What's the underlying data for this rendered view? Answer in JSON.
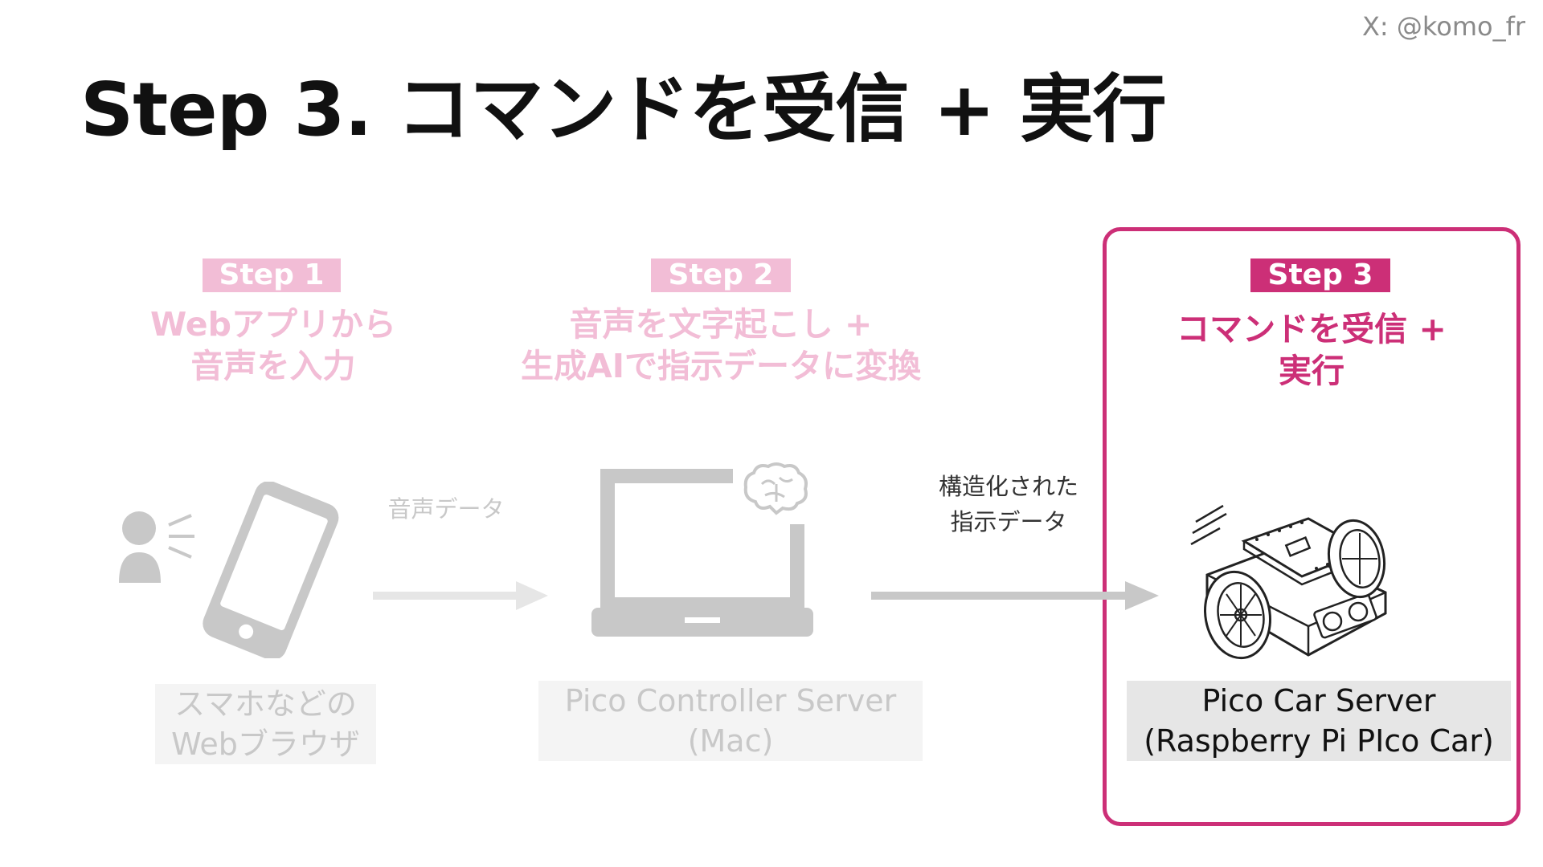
{
  "credit": "X: @komo_fr",
  "title": "Step 3. コマンドを受信 + 実行",
  "colors": {
    "accent": "#cc2f77",
    "faded_pink": "#f2bdd6",
    "gray": "#c8c8c8",
    "light_gray": "#e6e6e6"
  },
  "steps": [
    {
      "badge": "Step 1",
      "line1": "Webアプリから",
      "line2": "音声を入力"
    },
    {
      "badge": "Step 2",
      "line1": "音声を文字起こし +",
      "line2": "生成AIで指示データに変換"
    },
    {
      "badge": "Step 3",
      "line1": "コマンドを受信 +",
      "line2": "実行"
    }
  ],
  "arrows": {
    "a1_line1": "音声データ",
    "a2_line1": "構造化された",
    "a2_line2": "指示データ"
  },
  "nodes": {
    "phone": {
      "line1": "スマホなどの",
      "line2": "Webブラウザ",
      "icon": "smartphone-icon"
    },
    "mac": {
      "line1": "Pico Controller Server",
      "line2": "(Mac)",
      "icon": "laptop-icon"
    },
    "car": {
      "line1": "Pico Car Server",
      "line2": "(Raspberry Pi PIco Car)",
      "icon": "robot-car-icon"
    }
  }
}
